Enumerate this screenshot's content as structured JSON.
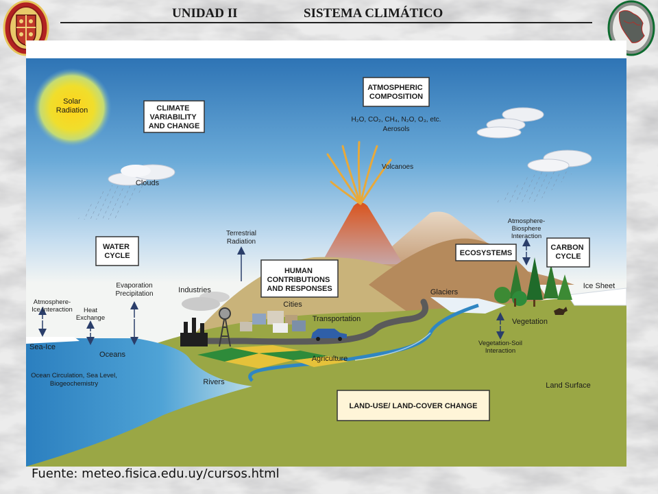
{
  "header": {
    "unit": "UNIDAD  II",
    "topic": "SISTEMA  CLIMÁTICO"
  },
  "boxes": {
    "climate": [
      "CLIMATE",
      "VARIABILITY",
      "AND CHANGE"
    ],
    "atmospheric": [
      "ATMOSPHERIC",
      "COMPOSITION"
    ],
    "water": [
      "WATER",
      "CYCLE"
    ],
    "human": [
      "HUMAN",
      "CONTRIBUTIONS",
      "AND RESPONSES"
    ],
    "ecosystems": "ECOSYSTEMS",
    "carbon": [
      "CARBON",
      "CYCLE"
    ],
    "landuse": "LAND-USE/ LAND-COVER CHANGE"
  },
  "labels": {
    "solar": [
      "Solar",
      "Radiation"
    ],
    "gases": "H₂O, CO₂, CH₄, N₂O, O₃, etc.",
    "aerosols": "Aerosols",
    "volcanoes": "Volcanoes",
    "clouds": "Clouds",
    "terrestrial": [
      "Terrestrial",
      "Radiation"
    ],
    "evaporation": [
      "Evaporation",
      "Precipitation"
    ],
    "industries": "Industries",
    "atm_ice": [
      "Atmosphere-",
      "Ice Interaction"
    ],
    "heat": [
      "Heat",
      "Exchange"
    ],
    "cities": "Cities",
    "transportation": "Transportation",
    "glaciers": "Glaciers",
    "atm_bio": [
      "Atmosphere-",
      "Biosphere",
      "Interaction"
    ],
    "ice_sheet": "Ice Sheet",
    "vegetation": "Vegetation",
    "veg_soil": [
      "Vegetation-Soil",
      "Interaction"
    ],
    "sea_ice": "Sea-Ice",
    "oceans": "Oceans",
    "ocean_circ": [
      "Ocean Circulation, Sea Level,",
      "Biogeochemistry"
    ],
    "agriculture": "Agriculture",
    "rivers": "Rivers",
    "land_surface": "Land Surface"
  },
  "source": "Fuente: meteo.fisica.edu.uy/cursos.html",
  "colors": {
    "sky_top": "#2e74b5",
    "sky_bottom": "#f2f4f2",
    "land": "#9aa745",
    "ocean": "#2f86c2",
    "sun": "#f5d60f"
  }
}
